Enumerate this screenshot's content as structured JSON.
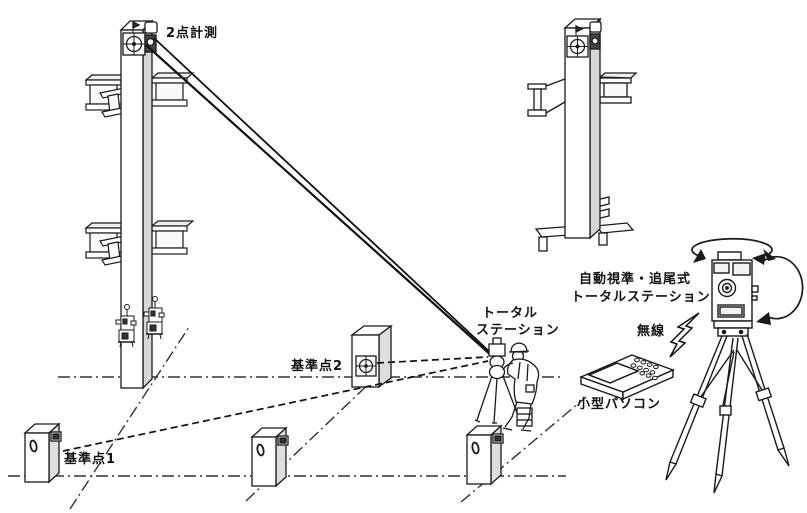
{
  "diagram": {
    "labels": {
      "two_point_measurement": "2点計測",
      "total_station_line1": "トータル",
      "total_station_line2": "ステーション",
      "reference_point_2": "基準点2",
      "reference_point_1": "基準点1",
      "auto_ts_line1": "自動視準・追尾式",
      "auto_ts_line2": "トータルステーション",
      "wireless": "無線",
      "small_pc": "小型パソコン"
    },
    "icons": {
      "survey_target": "crosshair-target-icon",
      "wireless_link": "lightning-bolt-icon",
      "horizontal_rotation": "ellipse-rotation-arrow-icon",
      "vertical_rotation": "arc-rotation-arrow-icon"
    },
    "colors": {
      "line": "#1a1a1a",
      "column_side_shade": "#d6d6d6",
      "box_side_shade": "#dedede",
      "beam_top_shade": "#efefef",
      "dark_detail": "#333333",
      "background": "#ffffff"
    }
  }
}
